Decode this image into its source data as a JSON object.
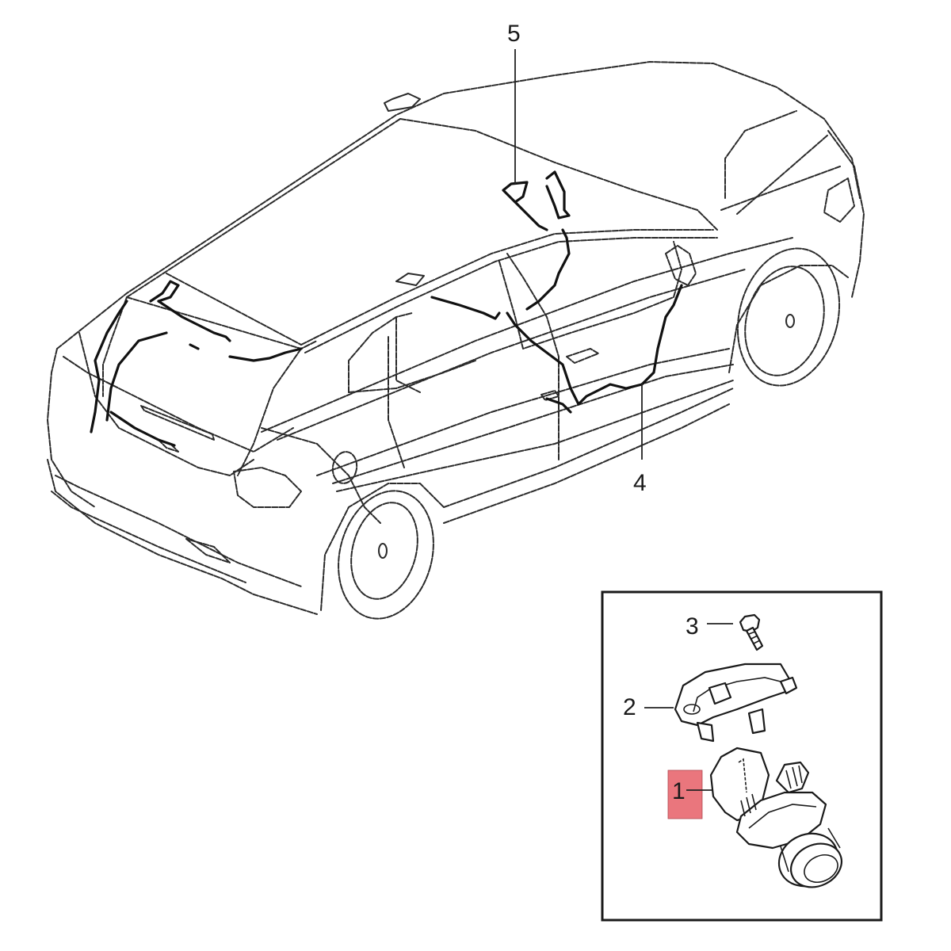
{
  "diagram": {
    "type": "exploded-parts-diagram",
    "subject": "hatchback car wiring harness with rear-view camera inset",
    "colors": {
      "background": "#ffffff",
      "line": "#2a2a2a",
      "harness": "#111111",
      "highlight": "#e86a72"
    },
    "callouts": [
      {
        "id": "1",
        "label": "1",
        "part": "camera",
        "highlighted": true
      },
      {
        "id": "2",
        "label": "2",
        "part": "camera-bracket",
        "highlighted": false
      },
      {
        "id": "3",
        "label": "3",
        "part": "screw",
        "highlighted": false
      },
      {
        "id": "4",
        "label": "4",
        "part": "door-wiring-harness",
        "highlighted": false
      },
      {
        "id": "5",
        "label": "5",
        "part": "roof-wiring-harness",
        "highlighted": false
      }
    ],
    "inset": {
      "name": "camera-assembly-detail",
      "items": [
        "3",
        "2",
        "1"
      ]
    }
  }
}
